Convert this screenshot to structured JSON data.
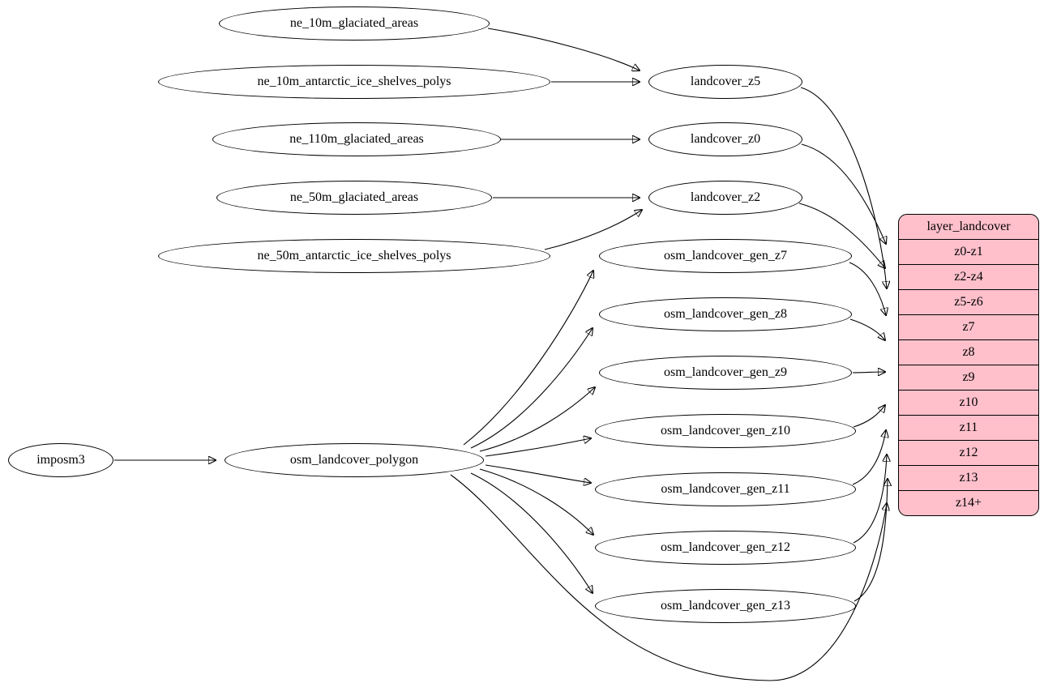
{
  "nodes": {
    "ne_10m_glaciated_areas": "ne_10m_glaciated_areas",
    "ne_10m_antarctic_ice_shelves_polys": "ne_10m_antarctic_ice_shelves_polys",
    "ne_110m_glaciated_areas": "ne_110m_glaciated_areas",
    "ne_50m_glaciated_areas": "ne_50m_glaciated_areas",
    "ne_50m_antarctic_ice_shelves_polys": "ne_50m_antarctic_ice_shelves_polys",
    "landcover_z5": "landcover_z5",
    "landcover_z0": "landcover_z0",
    "landcover_z2": "landcover_z2",
    "osm_landcover_gen_z7": "osm_landcover_gen_z7",
    "osm_landcover_gen_z8": "osm_landcover_gen_z8",
    "osm_landcover_gen_z9": "osm_landcover_gen_z9",
    "osm_landcover_gen_z10": "osm_landcover_gen_z10",
    "osm_landcover_gen_z11": "osm_landcover_gen_z11",
    "osm_landcover_gen_z12": "osm_landcover_gen_z12",
    "osm_landcover_gen_z13": "osm_landcover_gen_z13",
    "imposm3": "imposm3",
    "osm_landcover_polygon": "osm_landcover_polygon"
  },
  "record": {
    "title": "layer_landcover",
    "rows": [
      "z0-z1",
      "z2-z4",
      "z5-z6",
      "z7",
      "z8",
      "z9",
      "z10",
      "z11",
      "z12",
      "z13",
      "z14+"
    ],
    "fill_color": "#ffc0cb"
  },
  "colors": {
    "node_fill": "#ffffff",
    "stroke": "#000000",
    "background": "#ffffff"
  },
  "edges": [
    {
      "from": "imposm3",
      "to": "osm_landcover_polygon"
    },
    {
      "from": "ne_10m_glaciated_areas",
      "to": "landcover_z5"
    },
    {
      "from": "ne_10m_antarctic_ice_shelves_polys",
      "to": "landcover_z5"
    },
    {
      "from": "ne_110m_glaciated_areas",
      "to": "landcover_z0"
    },
    {
      "from": "ne_50m_glaciated_areas",
      "to": "landcover_z2"
    },
    {
      "from": "ne_50m_antarctic_ice_shelves_polys",
      "to": "landcover_z2"
    },
    {
      "from": "landcover_z0",
      "to": "layer_landcover:z0-z1"
    },
    {
      "from": "landcover_z2",
      "to": "layer_landcover:z2-z4"
    },
    {
      "from": "landcover_z5",
      "to": "layer_landcover:z5-z6"
    },
    {
      "from": "osm_landcover_polygon",
      "to": "osm_landcover_gen_z7"
    },
    {
      "from": "osm_landcover_polygon",
      "to": "osm_landcover_gen_z8"
    },
    {
      "from": "osm_landcover_polygon",
      "to": "osm_landcover_gen_z9"
    },
    {
      "from": "osm_landcover_polygon",
      "to": "osm_landcover_gen_z10"
    },
    {
      "from": "osm_landcover_polygon",
      "to": "osm_landcover_gen_z11"
    },
    {
      "from": "osm_landcover_polygon",
      "to": "osm_landcover_gen_z12"
    },
    {
      "from": "osm_landcover_polygon",
      "to": "osm_landcover_gen_z13"
    },
    {
      "from": "osm_landcover_polygon",
      "to": "layer_landcover:z14+"
    },
    {
      "from": "osm_landcover_gen_z7",
      "to": "layer_landcover:z7"
    },
    {
      "from": "osm_landcover_gen_z8",
      "to": "layer_landcover:z8"
    },
    {
      "from": "osm_landcover_gen_z9",
      "to": "layer_landcover:z9"
    },
    {
      "from": "osm_landcover_gen_z10",
      "to": "layer_landcover:z10"
    },
    {
      "from": "osm_landcover_gen_z11",
      "to": "layer_landcover:z11"
    },
    {
      "from": "osm_landcover_gen_z12",
      "to": "layer_landcover:z12"
    },
    {
      "from": "osm_landcover_gen_z13",
      "to": "layer_landcover:z13"
    }
  ]
}
